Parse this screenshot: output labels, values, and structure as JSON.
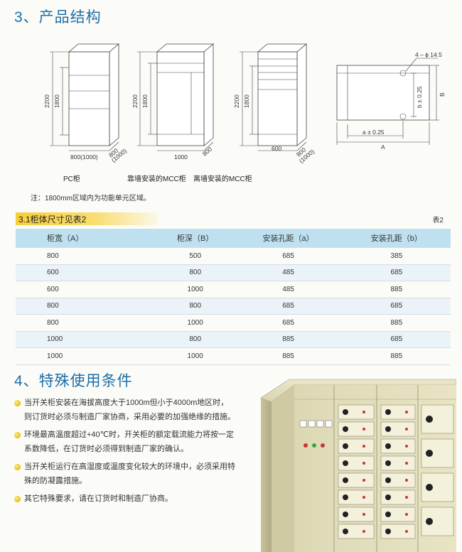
{
  "section3": {
    "title": "3、产品结构"
  },
  "diagrams": {
    "dims": {
      "h2200": "2200",
      "h1800": "1800",
      "pc_width": "800(1000)",
      "depth_800": "800",
      "depth_1000": "(1000)",
      "mcc_wall_width": "1000",
      "mcc_free_width": "600",
      "b_symbol": "B",
      "b_tol": "b ± 0.25",
      "a_tol": "a ± 0.25",
      "a_symbol": "A",
      "hole_note": "4 – ϕ 14.5"
    },
    "captions": {
      "pc": "PC柜",
      "mcc_wall": "靠墙安装的MCC柜",
      "mcc_free": "离墙安装的MCC柜"
    },
    "note": "注：1800mm区域内为功能单元区域。"
  },
  "table": {
    "subtitle": "3.1柜体尺寸见表2",
    "label": "表2",
    "headers": [
      "柜宽（A）",
      "柜深（B）",
      "安装孔距（a）",
      "安装孔距（b）"
    ],
    "rows": [
      [
        "800",
        "500",
        "685",
        "385"
      ],
      [
        "600",
        "800",
        "485",
        "685"
      ],
      [
        "600",
        "1000",
        "485",
        "885"
      ],
      [
        "800",
        "800",
        "685",
        "685"
      ],
      [
        "800",
        "1000",
        "685",
        "885"
      ],
      [
        "1000",
        "800",
        "885",
        "685"
      ],
      [
        "1000",
        "1000",
        "885",
        "885"
      ]
    ]
  },
  "section4": {
    "title": "4、特殊使用条件",
    "bullets": [
      "当开关柜安装在海拔高度大于1000m但小于4000m地区时，则订货时必须与制造厂家协商，采用必要的加强绝缘的措施。",
      "环境最高温度超过+40℃时，开关柜的额定载流能力将按一定系数降低，在订货时必须得到制造厂家的确认。",
      "当开关柜运行在高湿度或温度变化较大的环境中，必须采用特殊的防凝露措施。",
      "其它特殊要求，请在订货时和制造厂协商。"
    ]
  }
}
